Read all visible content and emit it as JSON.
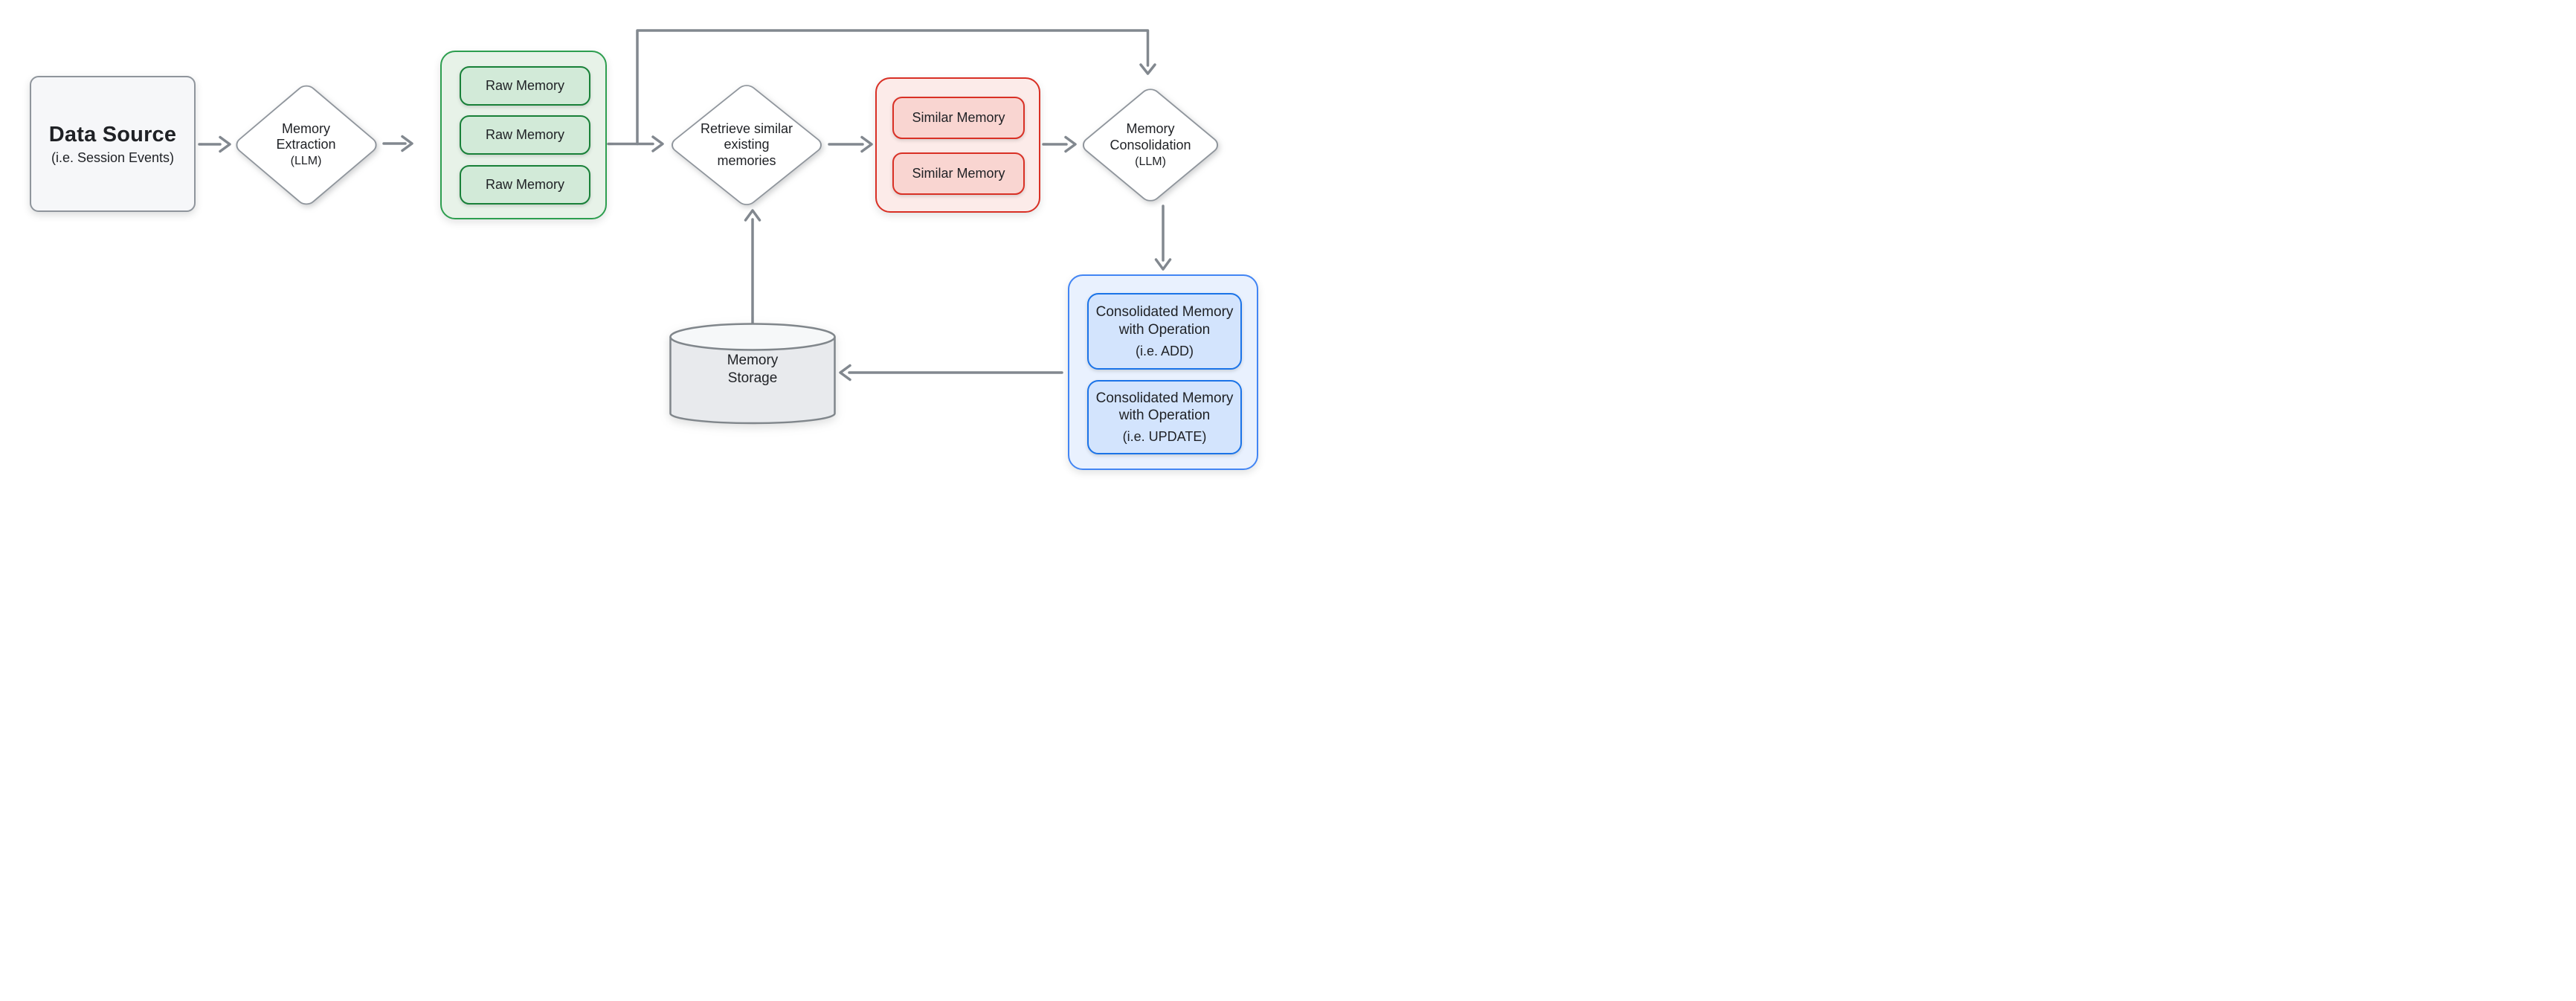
{
  "diagram": {
    "background": "#ffffff",
    "colors": {
      "arrow": "#82888f",
      "shape_border_gray": "#8f959c",
      "data_source_fill": "#f6f7f9",
      "green_container_fill": "#e7f2e8",
      "green_container_border": "#2d9e4f",
      "green_item_fill": "#d2ead8",
      "green_item_border": "#188038",
      "red_container_fill": "#fcebe9",
      "red_container_border": "#d93025",
      "red_item_fill": "#f9d5d1",
      "red_item_border": "#d93025",
      "blue_container_fill": "#e9f1fe",
      "blue_container_border": "#4285f4",
      "blue_item_fill": "#d3e4fd",
      "blue_item_border": "#1a73e8",
      "cylinder_body_fill": "#e8eaed",
      "cylinder_top_fill": "#f6f8f9",
      "cylinder_border": "#80868b",
      "text": "#1f2125"
    },
    "nodes": {
      "data_source": {
        "title": "Data Source",
        "subtitle": "(i.e. Session Events)"
      },
      "memory_extraction": {
        "title": "Memory\nExtraction",
        "subtitle": "(LLM)"
      },
      "raw_memory_group": {
        "items": [
          "Raw Memory",
          "Raw Memory",
          "Raw Memory"
        ]
      },
      "retrieve_memories": {
        "title": "Retrieve similar\nexisting\nmemories"
      },
      "similar_memory_group": {
        "items": [
          "Similar Memory",
          "Similar Memory"
        ]
      },
      "memory_consolidation": {
        "title": "Memory\nConsolidation",
        "subtitle": "(LLM)"
      },
      "consolidated_group": {
        "items": [
          {
            "title": "Consolidated Memory\nwith Operation",
            "subtitle": "(i.e. ADD)"
          },
          {
            "title": "Consolidated Memory\nwith Operation",
            "subtitle": "(i.e. UPDATE)"
          }
        ]
      },
      "memory_storage": {
        "title": "Memory\nStorage"
      }
    }
  }
}
